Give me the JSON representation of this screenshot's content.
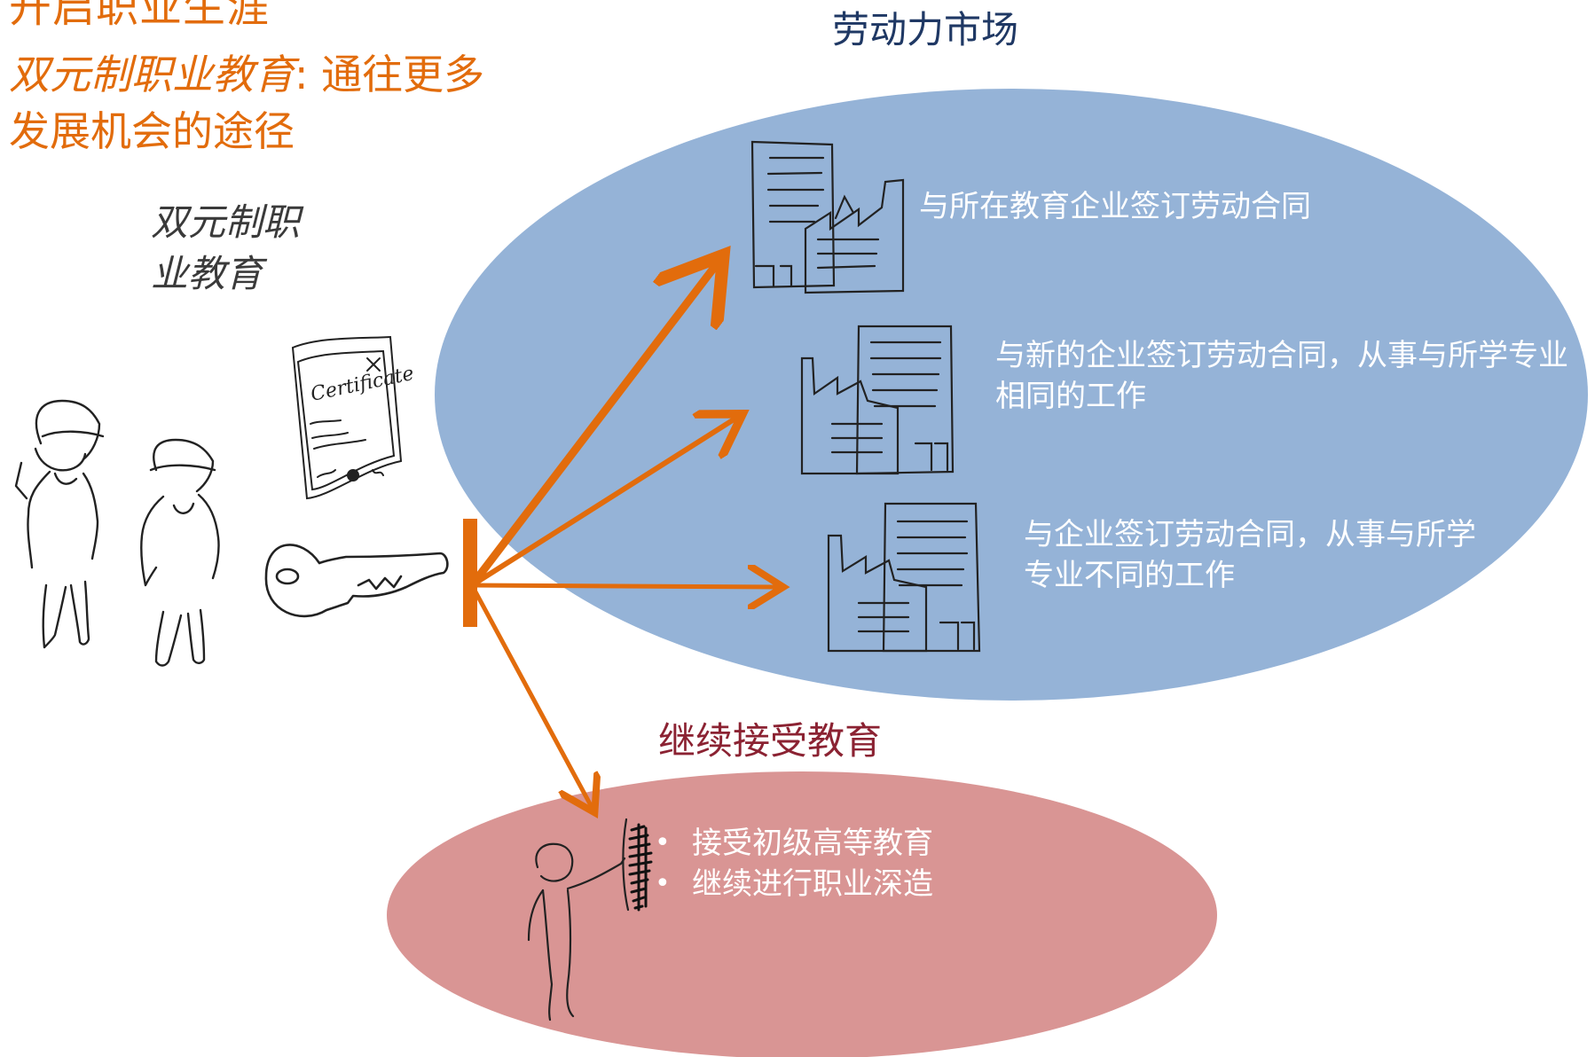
{
  "title": "开启职业生涯",
  "subtitle": {
    "italic_part": "双元制职业教育",
    "rest_line1": ": 通往更多",
    "line2": "发展机会的途径"
  },
  "dual_label": {
    "line1": "双元制职",
    "line2": "业教育"
  },
  "certificate_text": "Certificate",
  "labor_market": {
    "title": "劳动力市场",
    "options": [
      "与所在教育企业签订劳动合同",
      "与新的企业签订劳动合同，从事与所学专业相同的工作",
      "与企业签订劳动合同，从事与所学专业不同的工作"
    ]
  },
  "further_education": {
    "title": "继续接受教育",
    "items": [
      "接受初级高等教育",
      "继续进行职业深造"
    ]
  },
  "colors": {
    "orange": "#e26c0c",
    "market_ellipse": "#95b3d7",
    "education_ellipse": "#d99594",
    "market_title": "#1f3864",
    "education_title": "#8b2232"
  }
}
